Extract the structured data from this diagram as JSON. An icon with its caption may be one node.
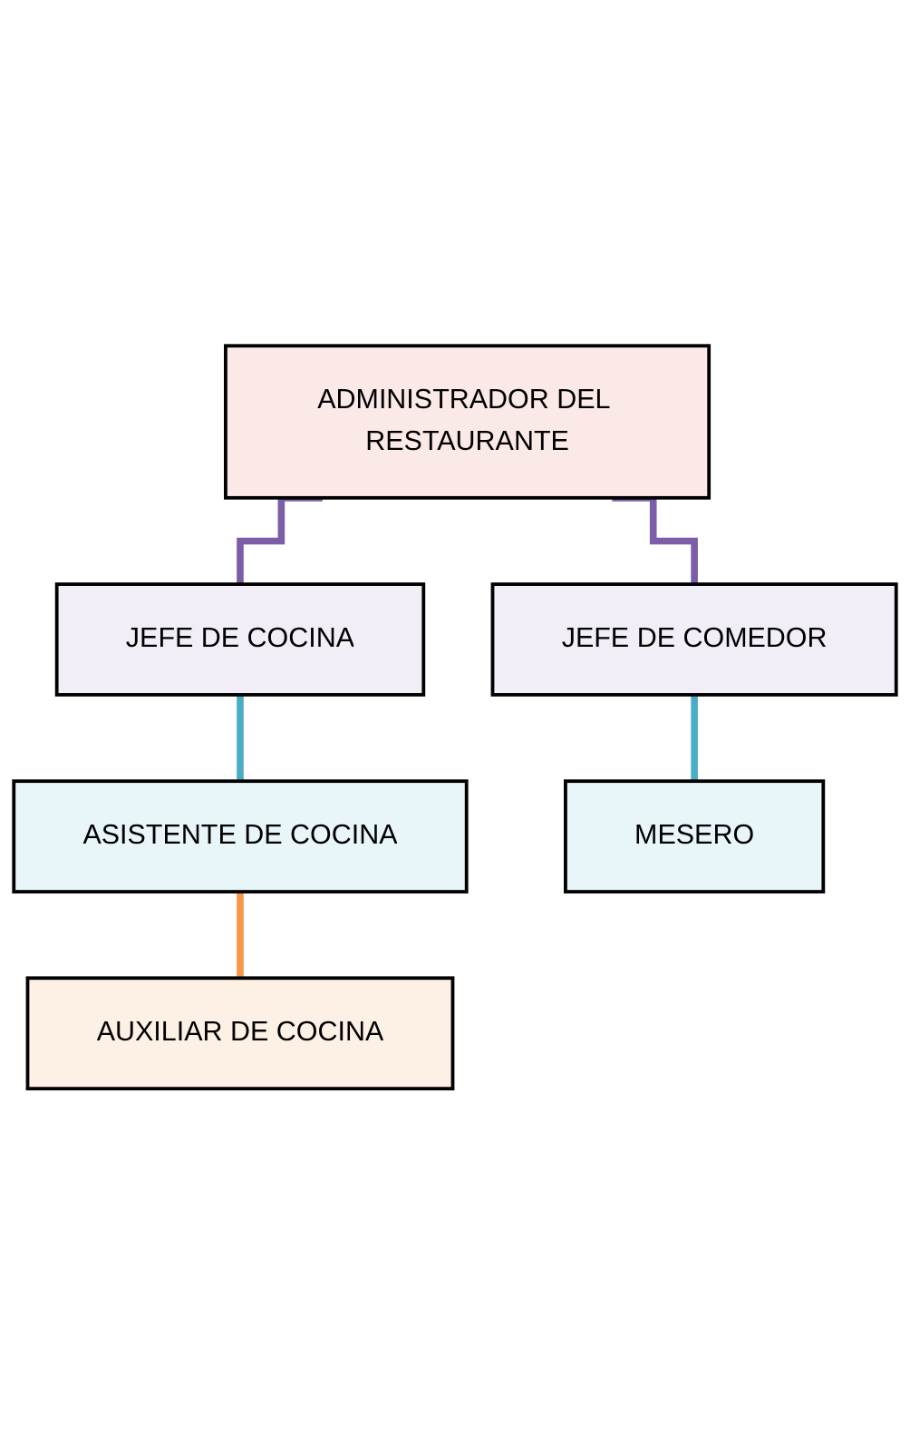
{
  "diagram": {
    "nodes": [
      {
        "text": [
          "ADMINISTRADOR DEL RESTAURANTE"
        ]
      },
      {
        "text": [
          "JEFE DE COCINA"
        ]
      },
      {
        "text": [
          "JEFE DE COMEDOR"
        ]
      },
      {
        "text": [
          "ASISTENTE DE COCINA"
        ]
      },
      {
        "text": [
          "MESERO"
        ]
      },
      {
        "text": [
          "AUXILIAR DE COCINA"
        ]
      }
    ],
    "edges": [
      {
        "from": 0,
        "to": 1,
        "arrow": "none",
        "color": "#7b5ea7"
      },
      {
        "from": 0,
        "to": 2,
        "arrow": "none",
        "color": "#7b5ea7"
      },
      {
        "from": 1,
        "to": 3,
        "arrow": "none",
        "color": "#4bacc6"
      },
      {
        "from": 2,
        "to": 4,
        "arrow": "none",
        "color": "#4bacc6"
      },
      {
        "from": 3,
        "to": 5,
        "arrow": "none",
        "color": "#f79646"
      }
    ]
  }
}
